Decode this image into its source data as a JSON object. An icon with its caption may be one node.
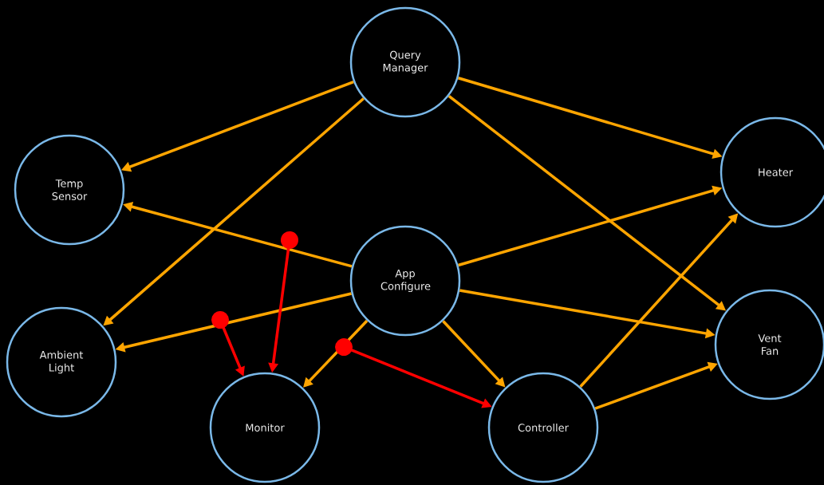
{
  "diagram": {
    "nodes": [
      {
        "text": [
          "Query Manager"
        ]
      },
      {
        "text": [
          "Temp Sensor"
        ]
      },
      {
        "text": [
          "Heater"
        ]
      },
      {
        "text": [
          "App Configure"
        ]
      },
      {
        "text": [
          "Ambient Light"
        ]
      },
      {
        "text": [
          "Vent Fan"
        ]
      },
      {
        "text": [
          "Monitor"
        ]
      },
      {
        "text": [
          "Controller"
        ]
      }
    ],
    "edges": [
      {
        "from": 0,
        "to": 1,
        "arrow": "to"
      },
      {
        "from": 0,
        "to": 4,
        "arrow": "to"
      },
      {
        "from": 0,
        "to": 2,
        "arrow": "to"
      },
      {
        "from": 0,
        "to": 5,
        "arrow": "to"
      },
      {
        "from": 3,
        "to": 1,
        "arrow": "to"
      },
      {
        "from": 3,
        "to": 4,
        "arrow": "to"
      },
      {
        "from": 3,
        "to": 2,
        "arrow": "to"
      },
      {
        "from": 3,
        "to": 5,
        "arrow": "to"
      },
      {
        "from": 3,
        "to": 6,
        "arrow": "to"
      },
      {
        "from": 3,
        "to": 7,
        "arrow": "to"
      },
      {
        "from": 7,
        "to": 2,
        "arrow": "to"
      },
      {
        "from": 7,
        "to": 5,
        "arrow": "to"
      },
      {
        "from": null,
        "to": 6,
        "arrow": "to",
        "color": "#ff0000"
      },
      {
        "from": null,
        "to": 6,
        "arrow": "to",
        "color": "#ff0000"
      },
      {
        "from": null,
        "to": 7,
        "arrow": "to",
        "color": "#ff0000"
      }
    ]
  }
}
